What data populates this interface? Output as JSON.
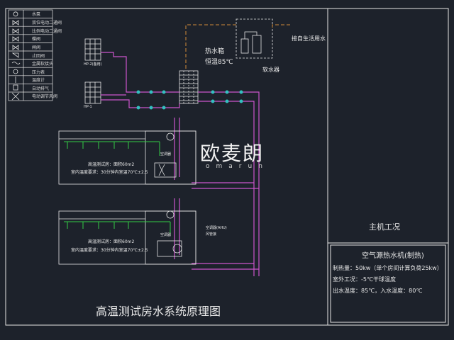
{
  "title": "高温测试房水系统原理图",
  "legend": {
    "header": "水泵",
    "items": [
      "双位电动二通阀",
      "比例电动二通阀",
      "蝶阀",
      "闸阀",
      "止回阀",
      "金属软接头",
      "压力表",
      "温度计",
      "自动排气",
      "电动调节风阀"
    ]
  },
  "tank": {
    "label": "热水箱",
    "temp": "恒温85℃"
  },
  "supply": {
    "label": "接自生活用水",
    "softener": "软水器"
  },
  "units": [
    {
      "label": "HP-2(备用)"
    },
    {
      "label": "HP-1"
    }
  ],
  "rooms": [
    {
      "area": "高温测试房：面积60m2",
      "req": "室内温度要求：30分钟内室温70℃±2.5",
      "ahu": "空调器"
    },
    {
      "area": "高温测试房：面积60m2",
      "req": "室内温度要求：30分钟内室温70℃±2.5",
      "ahu": "空调器",
      "ahu_note": "空调器(AHU)",
      "ahu_note2": "风管接"
    }
  ],
  "main_conditions": {
    "header": "主机工况",
    "subtitle": "空气源热水机(制热)",
    "lines": [
      "制热量：50kw（单个房间计算负荷25kw）",
      "室外工况：-5℃干球温度",
      "出水温度：85℃，入水温度：80℃"
    ]
  },
  "watermark": {
    "brand": "欧麦朗",
    "sub": "omarun"
  },
  "colors": {
    "background": "#1d222b",
    "line": "#e6e6e6",
    "pipe_supply": "#cc55cc",
    "pipe_city": "#d08a3a",
    "pipe_branch": "#33cc44",
    "valve": "#33c0c0"
  }
}
